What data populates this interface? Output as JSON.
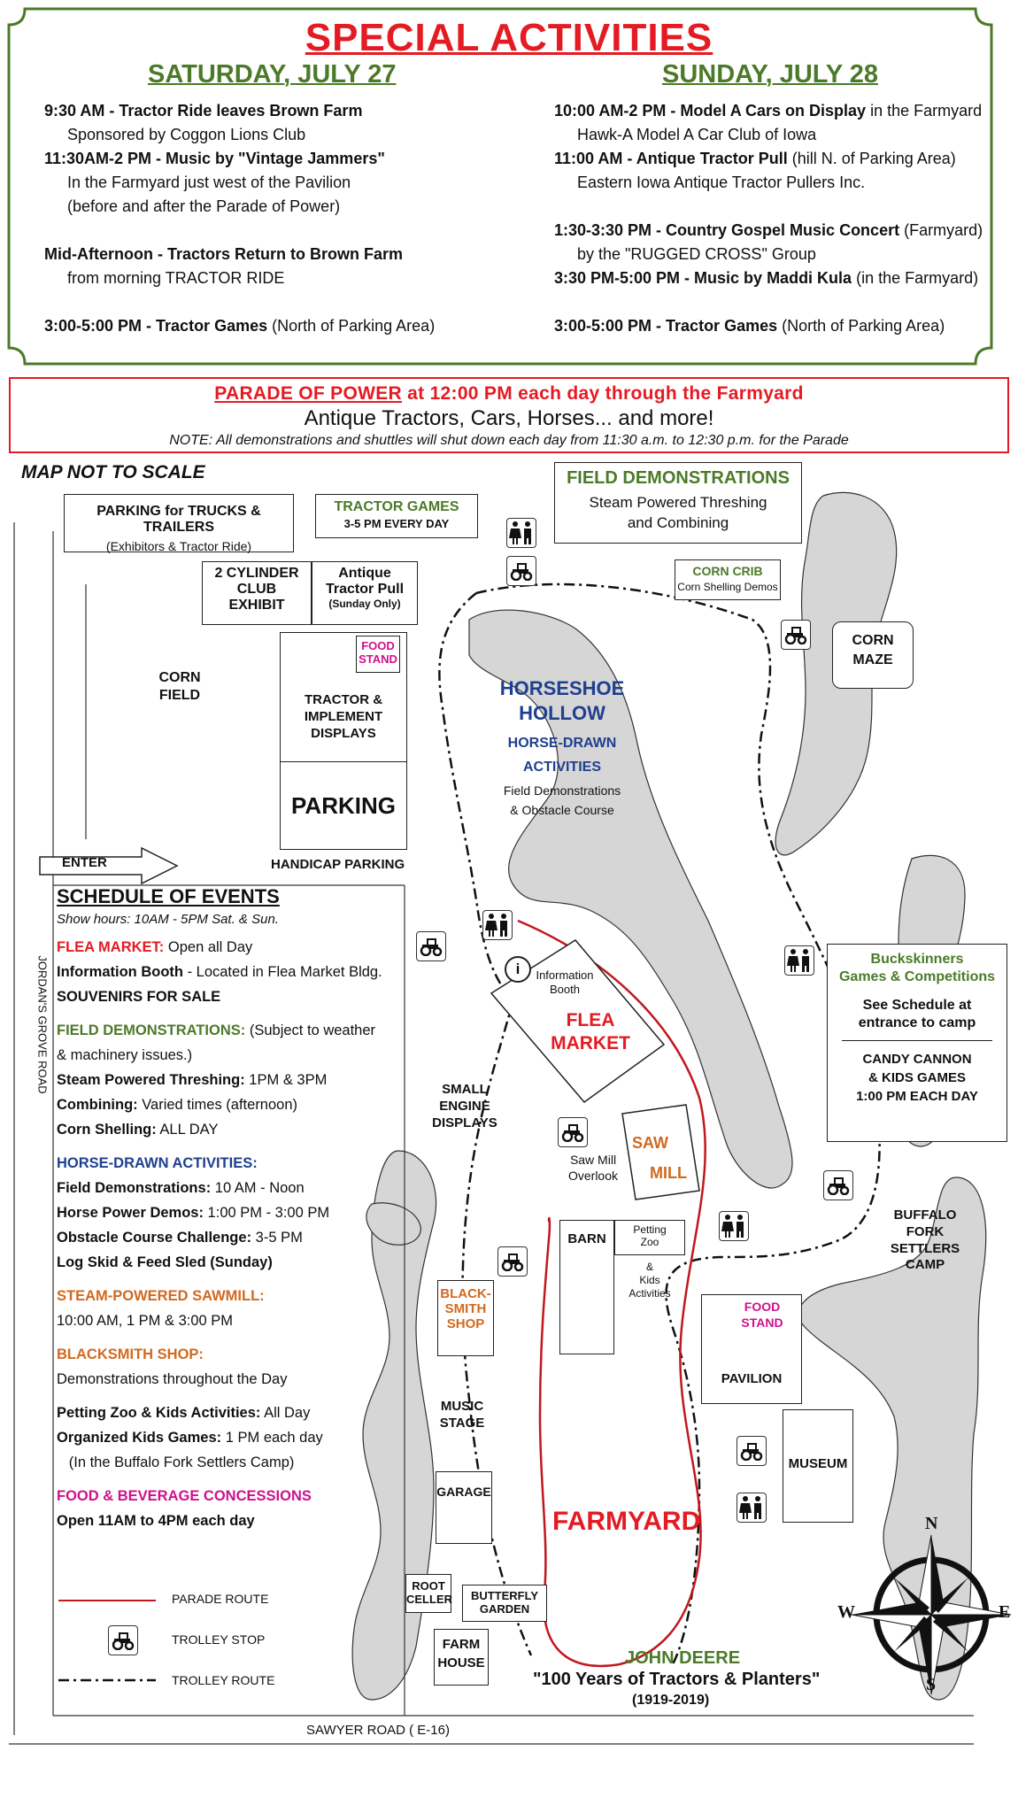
{
  "special": {
    "title": "SPECIAL ACTIVITIES",
    "saturday": {
      "heading": "SATURDAY, JULY 27",
      "lines": [
        {
          "b": "9:30 AM - Tractor Ride leaves Brown Farm",
          "t": ""
        },
        {
          "b": "",
          "t": "Sponsored by Coggon Lions Club",
          "indent": true
        },
        {
          "b": "11:30AM-2 PM -  Music by \"Vintage Jammers\"",
          "t": ""
        },
        {
          "b": "",
          "t": "In the Farmyard just west of the Pavilion",
          "indent": true
        },
        {
          "b": "",
          "t": "(before and after the Parade of Power)",
          "indent": true
        },
        {
          "b": "",
          "t": ""
        },
        {
          "b": "Mid-Afternoon - Tractors Return to Brown Farm",
          "t": ""
        },
        {
          "b": "",
          "t": "from morning TRACTOR RIDE",
          "indent": true
        },
        {
          "b": "",
          "t": ""
        },
        {
          "b": "3:00-5:00 PM - Tractor Games",
          "t": " (North of Parking Area)"
        }
      ]
    },
    "sunday": {
      "heading": "SUNDAY, JULY 28",
      "lines": [
        {
          "b": "10:00 AM-2 PM - Model A Cars on Display",
          "t": " in the Farmyard"
        },
        {
          "b": "",
          "t": "Hawk-A Model A Car Club of Iowa",
          "indent": true
        },
        {
          "b": "11:00 AM - Antique Tractor Pull",
          "t": " (hill N. of Parking Area)"
        },
        {
          "b": "",
          "t": "Eastern Iowa Antique Tractor Pullers Inc.",
          "indent": true
        },
        {
          "b": "",
          "t": ""
        },
        {
          "b": "1:30-3:30 PM - Country Gospel Music Concert",
          "t": " (Farmyard)"
        },
        {
          "b": "",
          "t": "by the \"RUGGED CROSS\" Group",
          "indent": true
        },
        {
          "b": "3:30 PM-5:00 PM - Music by Maddi Kula",
          "t": " (in the Farmyard)"
        },
        {
          "b": "",
          "t": ""
        },
        {
          "b": "3:00-5:00 PM - Tractor Games",
          "t": " (North of Parking Area)"
        }
      ]
    }
  },
  "parade": {
    "title_a": "PARADE OF POWER",
    "title_b": " at 12:00 PM each day through the Farmyard",
    "subtitle": "Antique Tractors, Cars, Horses... and more!",
    "note": "NOTE: All demonstrations and shuttles will shut down each day from 11:30 a.m. to 12:30 p.m. for the Parade"
  },
  "map": {
    "not_to_scale": "MAP NOT TO SCALE",
    "parking_trucks": "PARKING for TRUCKS & TRAILERS",
    "parking_trucks_sub": "(Exhibitors & Tractor Ride)",
    "tractor_games": "TRACTOR GAMES",
    "tractor_games_sub": "3-5 PM EVERY DAY",
    "field_demo_title": "FIELD DEMONSTRATIONS",
    "field_demo_sub1": "Steam Powered Threshing",
    "field_demo_sub2": "and Combining",
    "corn_crib": "CORN CRIB",
    "corn_crib_sub": "Corn Shelling Demos",
    "two_cyl": [
      "2 CYLINDER",
      "CLUB",
      "EXHIBIT"
    ],
    "antique_pull": [
      "Antique",
      "Tractor Pull"
    ],
    "antique_pull_sub": "(Sunday Only)",
    "corn_maze": [
      "CORN",
      "MAZE"
    ],
    "corn_field": [
      "CORN",
      "FIELD"
    ],
    "food_stand": [
      "FOOD",
      "STAND"
    ],
    "tractor_displays": [
      "TRACTOR &",
      "IMPLEMENT",
      "DISPLAYS"
    ],
    "parking": "PARKING",
    "enter": "ENTER",
    "handicap": "HANDICAP PARKING",
    "horseshoe": [
      "HORSESHOE",
      "HOLLOW"
    ],
    "horse_drawn": [
      "HORSE-DRAWN",
      "ACTIVITIES"
    ],
    "field_obstacle": [
      "Field Demonstrations",
      "& Obstacle Course"
    ],
    "info_booth": [
      "Information",
      "Booth"
    ],
    "flea_market": [
      "FLEA",
      "MARKET"
    ],
    "buckskinners": [
      "Buckskinners",
      "Games & Competitions"
    ],
    "see_schedule": [
      "See Schedule at",
      "entrance to camp"
    ],
    "candy": [
      "CANDY CANNON",
      "& KIDS GAMES",
      "1:00 PM EACH DAY"
    ],
    "small_engine": [
      "SMALL",
      "ENGINE",
      "DISPLAYS"
    ],
    "saw_mill": [
      "SAW",
      "MILL"
    ],
    "saw_overlook": [
      "Saw Mill",
      "Overlook"
    ],
    "buffalo": [
      "BUFFALO",
      "FORK",
      "SETTLERS",
      "CAMP"
    ],
    "barn": "BARN",
    "petting_zoo": [
      "Petting",
      "Zoo"
    ],
    "kids_act": [
      "&",
      "Kids",
      "Activities"
    ],
    "blacksmith": [
      "BLACK-",
      "SMITH",
      "SHOP"
    ],
    "pavilion": "PAVILION",
    "music_stage": [
      "MUSIC",
      "STAGE"
    ],
    "garage": "GARAGE",
    "museum": "MUSEUM",
    "farmyard": "FARMYARD",
    "root_cellar": [
      "ROOT",
      "CELLER"
    ],
    "butterfly": [
      "BUTTERFLY",
      "GARDEN"
    ],
    "farm_house": [
      "FARM",
      "HOUSE"
    ],
    "john_deere": "JOHN DEERE",
    "john_deere_sub": "\"100 Years of Tractors & Planters\"",
    "john_deere_years": "(1919-2019)",
    "jordans_road": "JORDAN'S GROVE ROAD",
    "sawyer_road": "SAWYER ROAD ( E-16)",
    "compass": {
      "n": "N",
      "s": "S",
      "e": "E",
      "w": "W"
    }
  },
  "schedule": {
    "title": "SCHEDULE OF EVENTS",
    "hours": "Show hours: 10AM - 5PM Sat. & Sun.",
    "lines": [
      {
        "k": "gap"
      },
      {
        "h": "FLEA MARKET:",
        "hc": "#e41b23",
        "t": " Open all Day"
      },
      {
        "b": "Information Booth",
        "t": " - Located in Flea Market Bldg."
      },
      {
        "b": "SOUVENIRS FOR SALE",
        "t": ""
      },
      {
        "k": "gap"
      },
      {
        "h": "FIELD DEMONSTRATIONS:",
        "hc": "#4b7a28",
        "t": " (Subject to weather"
      },
      {
        "b": "",
        "t": "& machinery issues.)"
      },
      {
        "b": "Steam Powered Threshing:",
        "t": " 1PM & 3PM"
      },
      {
        "b": "Combining:",
        "t": " Varied times (afternoon)"
      },
      {
        "b": "Corn Shelling:",
        "t": " ALL DAY"
      },
      {
        "k": "gap"
      },
      {
        "h": "HORSE-DRAWN ACTIVITIES:",
        "hc": "#1f3f8f",
        "t": ""
      },
      {
        "b": "Field Demonstrations:",
        "t": " 10 AM - Noon"
      },
      {
        "b": "Horse Power Demos:",
        "t": " 1:00 PM - 3:00 PM"
      },
      {
        "b": "Obstacle Course Challenge:",
        "t": " 3-5 PM"
      },
      {
        "b": "Log Skid & Feed Sled (Sunday)",
        "t": ""
      },
      {
        "k": "gap"
      },
      {
        "h": "STEAM-POWERED SAWMILL:",
        "hc": "#d2691e",
        "t": ""
      },
      {
        "b": "",
        "t": "10:00 AM, 1 PM & 3:00 PM"
      },
      {
        "k": "gap"
      },
      {
        "h": "BLACKSMITH SHOP:",
        "hc": "#d2691e",
        "t": ""
      },
      {
        "b": "",
        "t": "Demonstrations throughout the Day"
      },
      {
        "k": "gap"
      },
      {
        "b": "Petting Zoo & Kids Activities:",
        "t": " All Day"
      },
      {
        "b": "Organized Kids Games:",
        "t": " 1 PM each day"
      },
      {
        "b": "",
        "t": "   (In the Buffalo Fork Settlers Camp)"
      },
      {
        "k": "gap"
      },
      {
        "h": "FOOD & BEVERAGE CONCESSIONS",
        "hc": "#d0108c",
        "t": ""
      },
      {
        "b": "Open 11AM to 4PM each day",
        "t": ""
      }
    ]
  },
  "legend": {
    "parade_route": "PARADE ROUTE",
    "trolley_stop": "TROLLEY STOP",
    "trolley_route": "TROLLEY ROUTE"
  },
  "colors": {
    "red": "#e41b23",
    "green": "#4b7a28",
    "navy": "#1f3f8f",
    "orange": "#d2691e",
    "magenta": "#d0108c",
    "lake": "#d6d6d6"
  }
}
